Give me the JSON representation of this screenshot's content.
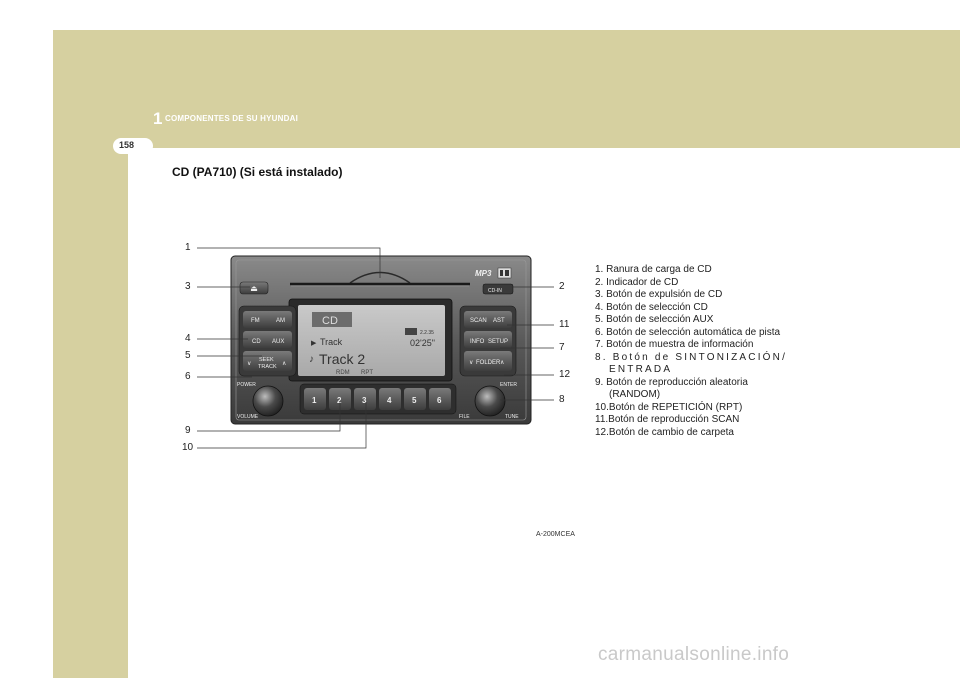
{
  "header": {
    "chapter_number": "1",
    "chapter_title": "COMPONENTES DE SU HYUNDAI",
    "page_number": "158"
  },
  "section_title": "CD (PA710) (Si está instalado)",
  "callouts": [
    "1",
    "3",
    "4",
    "5",
    "6",
    "9",
    "10",
    "2",
    "11",
    "7",
    "12",
    "8"
  ],
  "device": {
    "logo": "MP3",
    "cd_in_label": "CD-IN",
    "buttons": {
      "fm": "FM",
      "am": "AM",
      "cd": "CD",
      "aux": "AUX",
      "seek": "SEEK",
      "track": "TRACK",
      "scan": "SCAN",
      "ast": "AST",
      "info": "INFO",
      "setup": "SETUP",
      "folder": "FOLDER",
      "presets": [
        "1",
        "2",
        "3",
        "4",
        "5",
        "6"
      ]
    },
    "labels": {
      "power": "POWER",
      "volume": "VOLUME",
      "enter": "ENTER",
      "file": "FILE",
      "tune": "TUNE"
    },
    "display": {
      "mode": "CD",
      "track_label": "Track",
      "track_name": "Track 2",
      "disc_indicator": "2.2.35",
      "time": "02'25\"",
      "rdm": "RDM",
      "rpt": "RPT"
    }
  },
  "legend": [
    "1. Ranura de carga de CD",
    "2. Indicador de CD",
    "3. Botón de expulsión de CD",
    "4. Botón de selección CD",
    "5. Botón de selección AUX",
    "6. Botón de selección automática de pista",
    "7. Botón de muestra de información",
    "8. Botón de SINTONIZACIÓN/ ENTRADA",
    "9. Botón de reproducción aleatoria (RANDOM)",
    "10.Botón de REPETICIÓN (RPT)",
    "11.Botón de reproducción SCAN",
    "12.Botón de cambio de carpeta"
  ],
  "figure_code": "A-200MCEA",
  "watermark": "carmanualsonline.info"
}
